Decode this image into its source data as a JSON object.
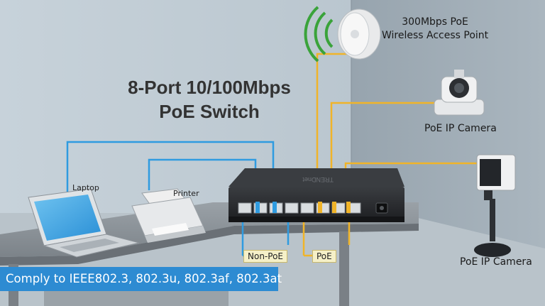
{
  "title": {
    "line1": "8-Port 10/100Mbps",
    "line2": "PoE Switch"
  },
  "devices": {
    "access_point": {
      "line1": "300Mbps PoE",
      "line2": "Wireless Access Point"
    },
    "camera_top": {
      "label": "PoE IP Camera"
    },
    "camera_bottom": {
      "label": "PoE IP Camera"
    },
    "laptop": {
      "label": "Laptop"
    },
    "printer": {
      "label": "Printer"
    }
  },
  "port_groups": {
    "non_poe": "Non-PoE",
    "poe": "PoE"
  },
  "banner": "Comply to IEEE802.3, 802.3u, 802.3af, 802.3at",
  "colors": {
    "wall": "#b7c4cd",
    "floor": "#aab6bf",
    "desk": "#8a9096",
    "non_poe_cable": "#2f9be0",
    "poe_cable": "#f0b429",
    "switch": "#2a2c2f",
    "banner": "#2d8bd2",
    "signal": "#3aa33a"
  },
  "icons": [
    "wifi-signal-icon",
    "access-point-icon",
    "dome-camera-icon",
    "box-camera-icon",
    "laptop-icon",
    "printer-icon",
    "switch-icon",
    "rj45-port-icon"
  ]
}
